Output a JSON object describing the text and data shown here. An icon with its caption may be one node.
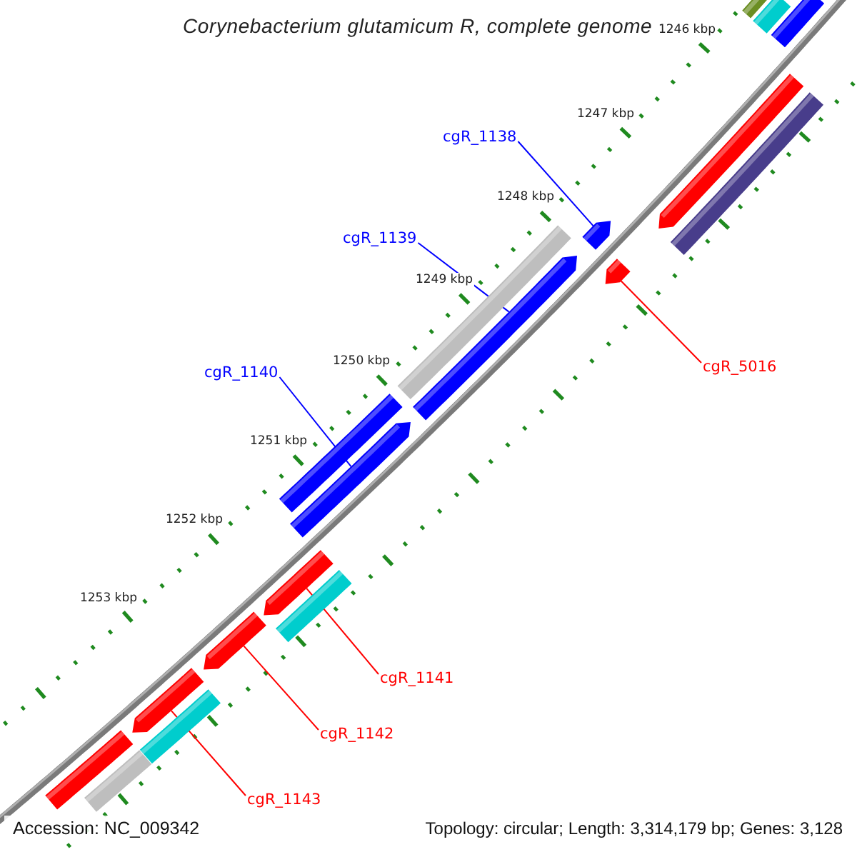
{
  "diagram": {
    "title": "Corynebacterium glutamicum R, complete genome",
    "nodes": [
      {
        "text": [
          "cgR_1138"
        ]
      },
      {
        "text": [
          "cgR_1139"
        ]
      },
      {
        "text": [
          "cgR_5016"
        ]
      },
      {
        "text": [
          "cgR_1140"
        ]
      },
      {
        "text": [
          "cgR_1141"
        ]
      },
      {
        "text": [
          "cgR_1142"
        ]
      },
      {
        "text": [
          "cgR_1143"
        ]
      },
      {
        "text": [],
        "shape": "bar"
      },
      {
        "text": [],
        "shape": "bar"
      },
      {
        "text": [],
        "shape": "bar"
      },
      {
        "text": [],
        "shape": "bar"
      },
      {
        "text": [],
        "shape": "bar"
      },
      {
        "text": [],
        "shape": "bar"
      },
      {
        "text": [],
        "shape": "bar"
      },
      {
        "text": [],
        "shape": "bar"
      },
      {
        "text": [],
        "shape": "bar"
      },
      {
        "text": [],
        "shape": "bar"
      },
      {
        "text": [],
        "shape": "bar"
      },
      {
        "text": [],
        "shape": "bar"
      },
      {
        "text": [],
        "shape": "bar"
      },
      {
        "text": [],
        "shape": "bar"
      },
      {
        "text": [],
        "shape": "bar"
      },
      {
        "text": [],
        "shape": "bar"
      },
      {
        "text": [],
        "shape": "bar"
      },
      {
        "text": [],
        "shape": "bar"
      }
    ],
    "edges": [
      {
        "from": 0,
        "to": 12,
        "arrow": "none",
        "color": "#0000ff"
      },
      {
        "from": 1,
        "to": 14,
        "arrow": "none",
        "color": "#0000ff"
      },
      {
        "from": 2,
        "to": 15,
        "arrow": "none"
      },
      {
        "from": 3,
        "to": 17,
        "arrow": "none",
        "color": "#0000ff"
      },
      {
        "from": 4,
        "to": 18,
        "arrow": "none"
      },
      {
        "from": 5,
        "to": 20,
        "arrow": "none"
      },
      {
        "from": 6,
        "to": 21,
        "arrow": "none"
      }
    ],
    "labels": [
      "1246 kbp",
      "1247 kbp",
      "1248 kbp",
      "1249 kbp",
      "1250 kbp",
      "1251 kbp",
      "1252 kbp",
      "1253 kbp",
      "Accession: NC_009342",
      "Topology: circular; Length: 3,314,179 bp; Genes: 3,128"
    ]
  }
}
